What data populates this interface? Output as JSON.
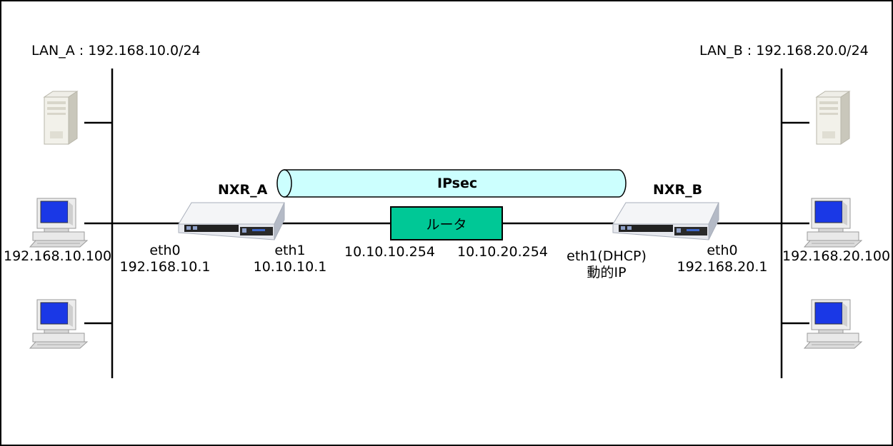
{
  "lan_a": {
    "label": "LAN_A : 192.168.10.0/24"
  },
  "lan_b": {
    "label": "LAN_B : 192.168.20.0/24"
  },
  "tunnel": {
    "label": "IPsec",
    "color": "#ccfffe"
  },
  "nxr_a": {
    "name": "NXR_A",
    "eth0": {
      "name": "eth0",
      "ip": "192.168.10.1"
    },
    "eth1": {
      "name": "eth1",
      "ip": "10.10.10.1"
    }
  },
  "nxr_b": {
    "name": "NXR_B",
    "eth0": {
      "name": "eth0",
      "ip": "192.168.20.1"
    },
    "eth1": {
      "name": "eth1(DHCP)",
      "ip": "動的IP"
    }
  },
  "router": {
    "label": "ルータ",
    "left_ip": "10.10.10.254",
    "right_ip": "10.10.20.254",
    "color": "#00c896"
  },
  "hosts": {
    "a_pc": {
      "ip": "192.168.10.100"
    },
    "b_pc": {
      "ip": "192.168.20.100"
    }
  },
  "icons": [
    "server-icon",
    "pc-icon",
    "router-device-icon"
  ]
}
